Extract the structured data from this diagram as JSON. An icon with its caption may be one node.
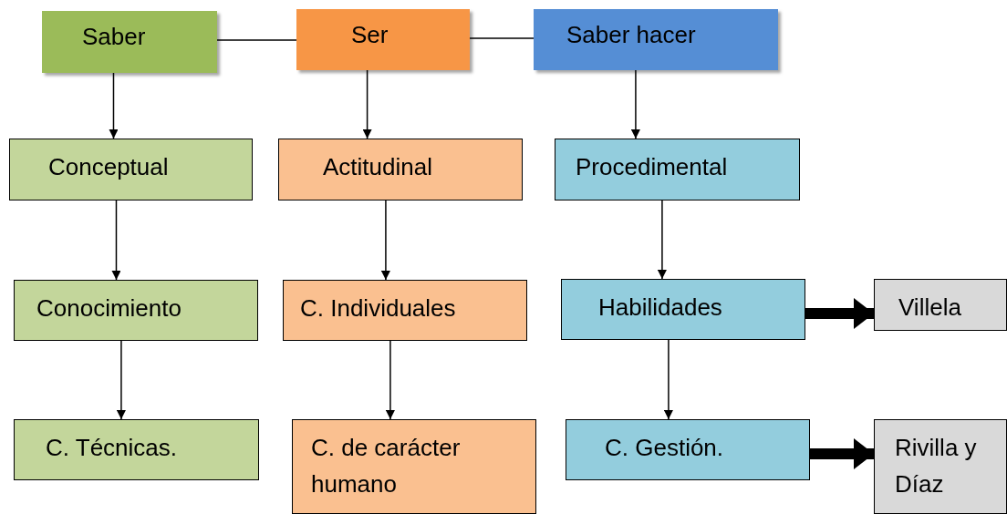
{
  "diagram": {
    "nodes": [
      {
        "text": [
          "Saber"
        ]
      },
      {
        "text": [
          "Ser"
        ]
      },
      {
        "text": [
          "Saber hacer"
        ]
      },
      {
        "text": [
          "Conceptual"
        ]
      },
      {
        "text": [
          "Actitudinal"
        ]
      },
      {
        "text": [
          "Procedimental"
        ]
      },
      {
        "text": [
          "Conocimiento"
        ]
      },
      {
        "text": [
          "C. Individuales"
        ]
      },
      {
        "text": [
          "Habilidades"
        ]
      },
      {
        "text": [
          "Villela"
        ]
      },
      {
        "text": [
          "C. Técnicas."
        ]
      },
      {
        "text": [
          "C. de carácter humano"
        ]
      },
      {
        "text": [
          "C. Gestión."
        ]
      },
      {
        "text": [
          "Rivilla y Díaz"
        ]
      }
    ],
    "edges": [
      {
        "from": 0,
        "to": 1,
        "arrow": "none"
      },
      {
        "from": 1,
        "to": 2,
        "arrow": "none"
      },
      {
        "from": 0,
        "to": 3,
        "arrow": "to"
      },
      {
        "from": 1,
        "to": 4,
        "arrow": "to"
      },
      {
        "from": 2,
        "to": 5,
        "arrow": "to"
      },
      {
        "from": 3,
        "to": 6,
        "arrow": "to"
      },
      {
        "from": 4,
        "to": 7,
        "arrow": "to"
      },
      {
        "from": 5,
        "to": 8,
        "arrow": "to"
      },
      {
        "from": 6,
        "to": 10,
        "arrow": "to"
      },
      {
        "from": 7,
        "to": 11,
        "arrow": "to"
      },
      {
        "from": 8,
        "to": 12,
        "arrow": "to"
      },
      {
        "from": 8,
        "to": 9,
        "arrow": "to",
        "style": "thick"
      },
      {
        "from": 12,
        "to": 13,
        "arrow": "to",
        "style": "thick"
      }
    ]
  }
}
